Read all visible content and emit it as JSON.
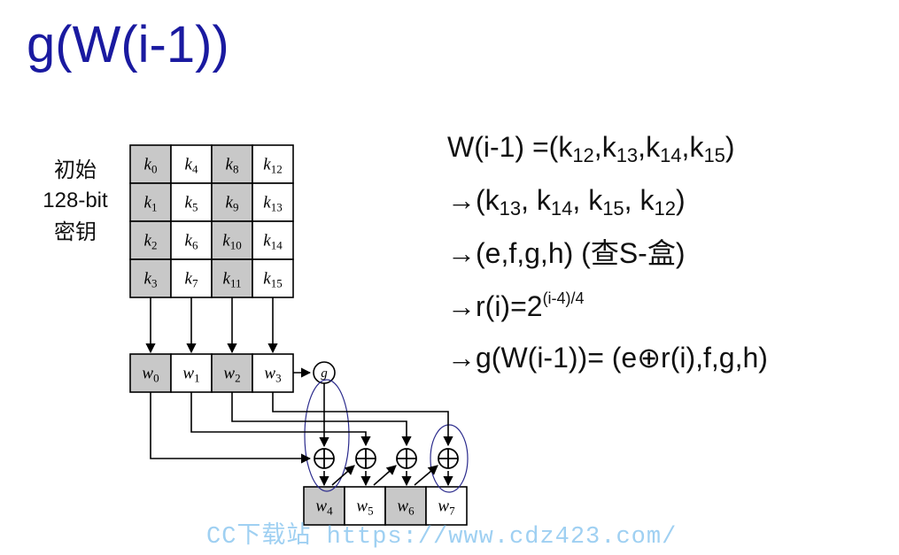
{
  "title": "g(W(i-1))",
  "key_label": [
    "初始",
    "128-bit",
    "密钥"
  ],
  "key_grid": [
    [
      {
        "b": "k",
        "s": "0",
        "shaded": true
      },
      {
        "b": "k",
        "s": "4",
        "shaded": false
      },
      {
        "b": "k",
        "s": "8",
        "shaded": true
      },
      {
        "b": "k",
        "s": "12",
        "shaded": false
      }
    ],
    [
      {
        "b": "k",
        "s": "1",
        "shaded": true
      },
      {
        "b": "k",
        "s": "5",
        "shaded": false
      },
      {
        "b": "k",
        "s": "9",
        "shaded": true
      },
      {
        "b": "k",
        "s": "13",
        "shaded": false
      }
    ],
    [
      {
        "b": "k",
        "s": "2",
        "shaded": true
      },
      {
        "b": "k",
        "s": "6",
        "shaded": false
      },
      {
        "b": "k",
        "s": "10",
        "shaded": true
      },
      {
        "b": "k",
        "s": "14",
        "shaded": false
      }
    ],
    [
      {
        "b": "k",
        "s": "3",
        "shaded": true
      },
      {
        "b": "k",
        "s": "7",
        "shaded": false
      },
      {
        "b": "k",
        "s": "11",
        "shaded": true
      },
      {
        "b": "k",
        "s": "15",
        "shaded": false
      }
    ]
  ],
  "w_row1": [
    {
      "b": "w",
      "s": "0",
      "shaded": true
    },
    {
      "b": "w",
      "s": "1",
      "shaded": false
    },
    {
      "b": "w",
      "s": "2",
      "shaded": true
    },
    {
      "b": "w",
      "s": "3",
      "shaded": false
    }
  ],
  "w_row2": [
    {
      "b": "w",
      "s": "4",
      "shaded": true
    },
    {
      "b": "w",
      "s": "5",
      "shaded": false
    },
    {
      "b": "w",
      "s": "6",
      "shaded": true
    },
    {
      "b": "w",
      "s": "7",
      "shaded": false
    }
  ],
  "g_label": "g",
  "formula": {
    "line1": {
      "a": "W(i-1) =(k",
      "s1": "12",
      "b": ",k",
      "s2": "13",
      "c": ",k",
      "s3": "14",
      "d": ",k",
      "s4": "15",
      "e": ")"
    },
    "line2": {
      "a": "→(k",
      "s1": "13",
      "b": ", k",
      "s2": "14",
      "c": ", k",
      "s3": "15",
      "d": ", k",
      "s4": "12",
      "e": ")"
    },
    "line3": "→(e,f,g,h) (查S-盒)",
    "line4": {
      "a": "→r(i)=2",
      "sup": "(i-4)/4"
    },
    "line5": "→g(W(i-1))= (e⊕r(i),f,g,h)"
  },
  "watermark": "CC下载站 https://www.cdz423.com/",
  "colors": {
    "title": "#1a1aa0",
    "shaded_cell": "#c8c8c8",
    "ellipse": "#2a2a8c",
    "watermark": "#9fd0f2"
  }
}
